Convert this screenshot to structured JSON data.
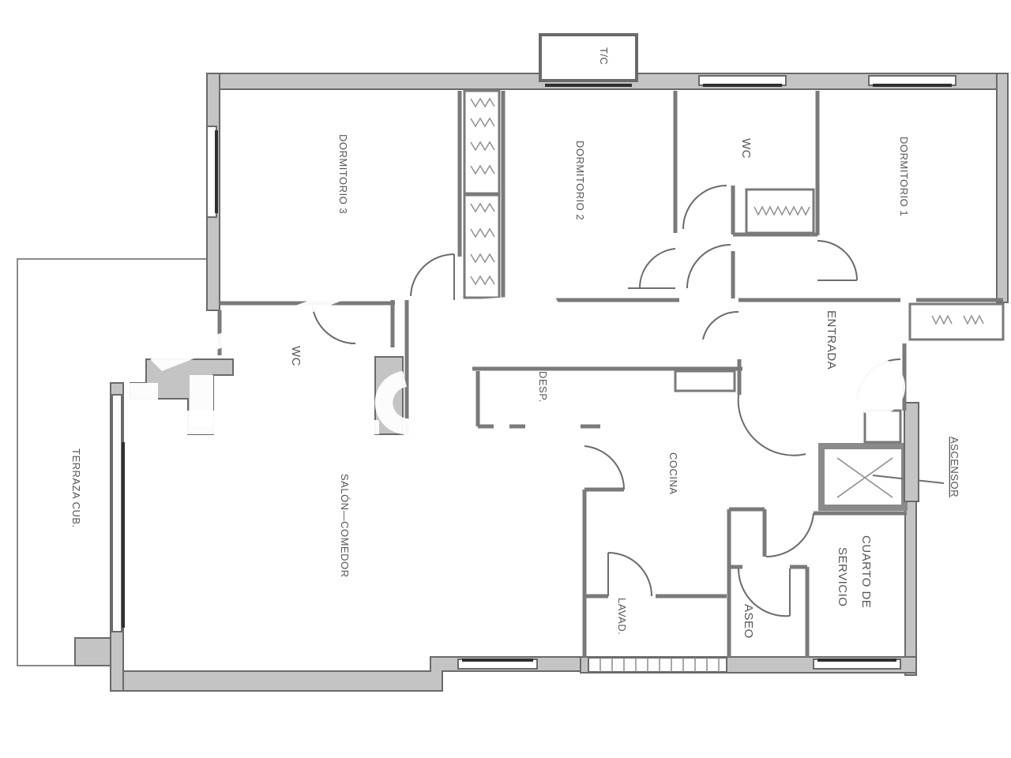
{
  "plan": {
    "title": "Floor plan",
    "background": "#ffffff",
    "wall_color": "#c4c4c4",
    "line_color": "#6a6a6a",
    "rooms": [
      {
        "id": "dormitorio-3",
        "label": "DORMITORIO  3"
      },
      {
        "id": "dormitorio-2",
        "label": "DORMITORIO  2"
      },
      {
        "id": "wc-top",
        "label": "WC"
      },
      {
        "id": "dormitorio-1",
        "label": "DORMITORIO  1"
      },
      {
        "id": "wc-left",
        "label": "WC"
      },
      {
        "id": "entrada",
        "label": "ENTRADA"
      },
      {
        "id": "despensa",
        "label": "DESP."
      },
      {
        "id": "cocina",
        "label": "COCINA"
      },
      {
        "id": "ascensor",
        "label": "ASCENSOR"
      },
      {
        "id": "terraza",
        "label": "TERRAZA  CUB."
      },
      {
        "id": "salon",
        "label": "SALÓN—COMEDOR"
      },
      {
        "id": "lavadero",
        "label": "LAVAD."
      },
      {
        "id": "aseo",
        "label": "ASEO"
      },
      {
        "id": "cuarto-servicio-1",
        "label": "CUARTO DE"
      },
      {
        "id": "cuarto-servicio-2",
        "label": "SERVICIO"
      }
    ],
    "fixtures": {
      "tc_label": "T/C"
    }
  }
}
